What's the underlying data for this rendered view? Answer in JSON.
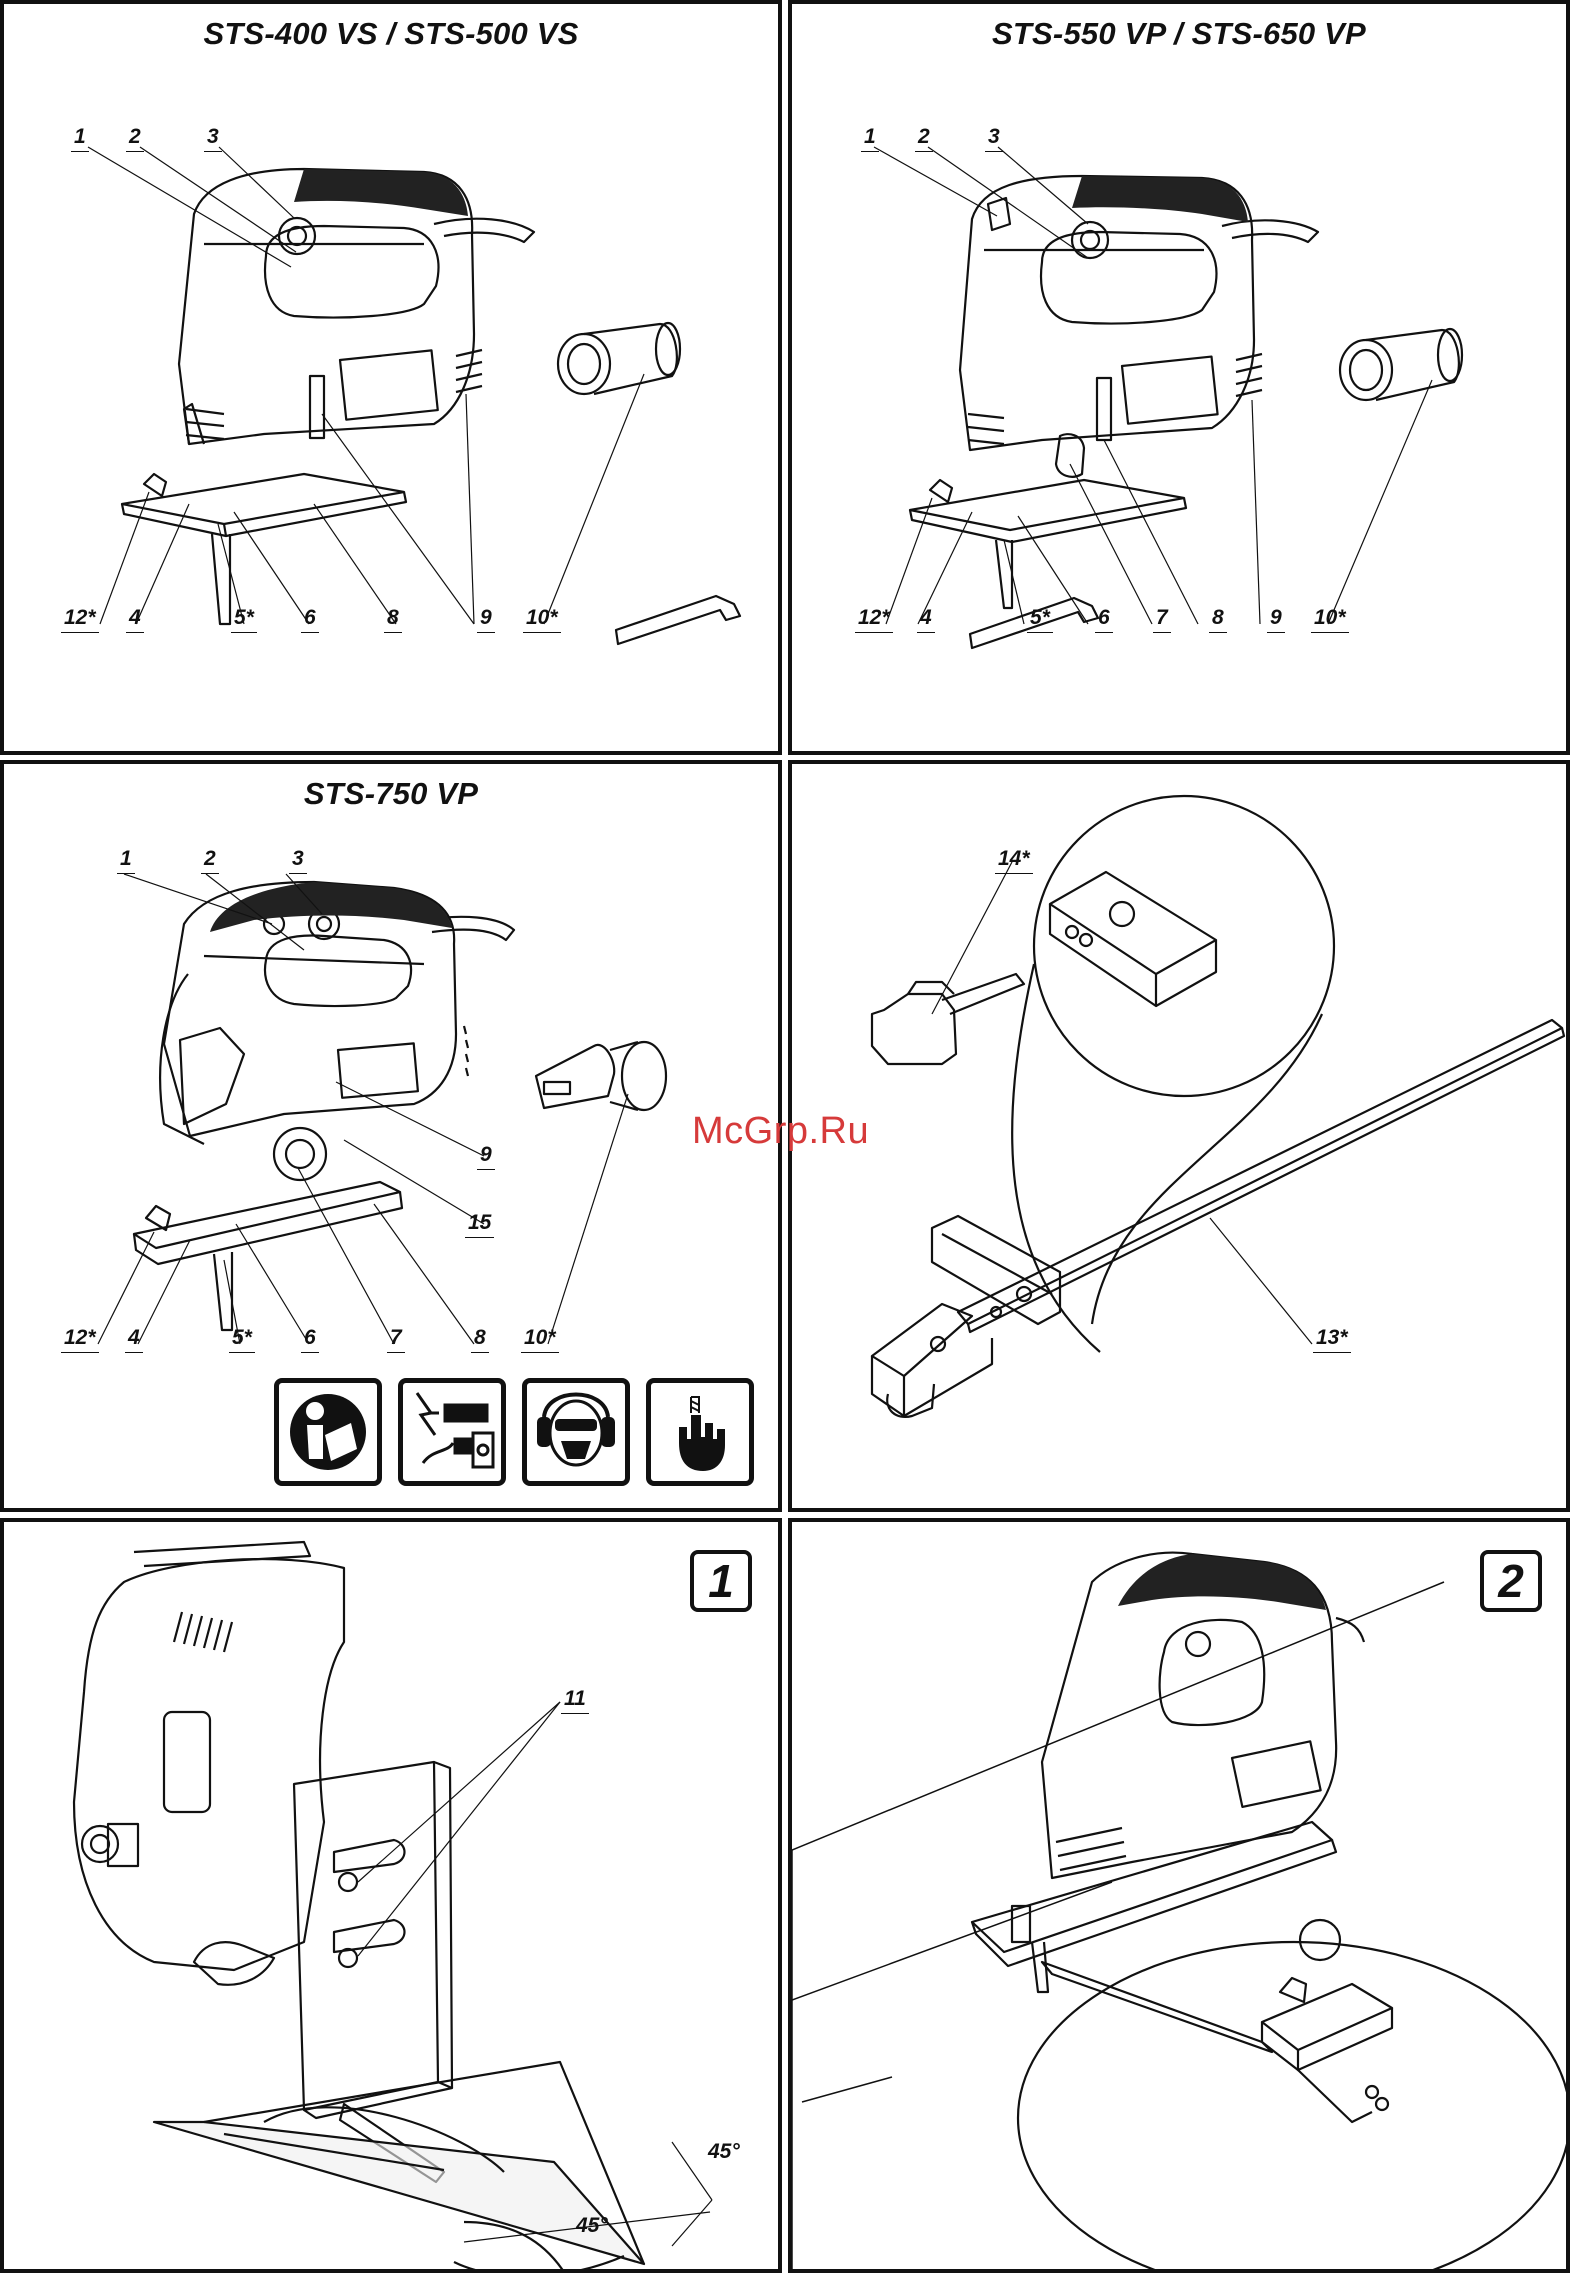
{
  "watermark": "McGrp.Ru",
  "panels": {
    "p1": {
      "title": "STS-400 VS / STS-500 VS",
      "top_labels": [
        "1",
        "2",
        "3"
      ],
      "bottom_labels": [
        "12*",
        "4",
        "5*",
        "6",
        "8",
        "9",
        "10*"
      ]
    },
    "p2": {
      "title": "STS-550 VP / STS-650 VP",
      "top_labels": [
        "1",
        "2",
        "3"
      ],
      "bottom_labels": [
        "12*",
        "4",
        "5*",
        "6",
        "7",
        "8",
        "9",
        "10*"
      ]
    },
    "p3": {
      "title": "STS-750 VP",
      "top_labels": [
        "1",
        "2",
        "3"
      ],
      "side_labels": [
        "9",
        "15"
      ],
      "bottom_labels": [
        "12*",
        "4",
        "5*",
        "6",
        "7",
        "8",
        "10*"
      ],
      "safety_icons": [
        "read-manual-icon",
        "unplug-before-service-icon",
        "protective-gear-icon",
        "keep-fingers-away-icon"
      ]
    },
    "p4": {
      "labels": [
        "14*",
        "13*"
      ]
    },
    "p5": {
      "badge": "1",
      "labels": [
        "11"
      ],
      "angles": [
        "45°",
        "45°"
      ]
    },
    "p6": {
      "badge": "2"
    }
  }
}
